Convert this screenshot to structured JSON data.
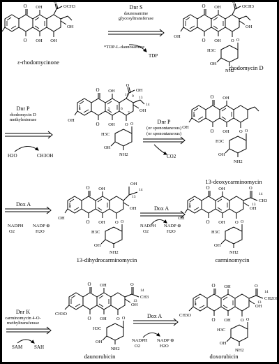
{
  "compounds": [
    {
      "id": "c1",
      "name": "ε-rhodomycinone"
    },
    {
      "id": "c2",
      "name": "rhodomycin D"
    },
    {
      "id": "c3",
      "name": ""
    },
    {
      "id": "c4",
      "name": "13-deoxycarminomycin"
    },
    {
      "id": "c5",
      "name": "13-dihydrocarminomycin"
    },
    {
      "id": "c6",
      "name": "carminomycin"
    },
    {
      "id": "c7",
      "name": "daunorubicin"
    },
    {
      "id": "c8",
      "name": "doxorubicin"
    }
  ],
  "steps": [
    {
      "id": "s1",
      "enzyme": "Dnr S",
      "description": [
        "daunosamine",
        "glycosyltransferase"
      ],
      "inputs": [
        "*TDP-L-daunosamine"
      ],
      "outputs": [
        "TDP"
      ]
    },
    {
      "id": "s2",
      "enzyme": "Dnr P",
      "description": [
        "rhodomycin D",
        "methylesterase"
      ],
      "inputs": [
        "H2O"
      ],
      "outputs": [
        "CH3OH"
      ]
    },
    {
      "id": "s3",
      "enzyme": "Dnr P",
      "description": [
        "(or sponontaneous)"
      ],
      "inputs": [],
      "outputs": [
        "CO2"
      ]
    },
    {
      "id": "s4",
      "enzyme": "Dox A",
      "description": [],
      "inputs": [
        "NADPH",
        "O2"
      ],
      "outputs": [
        "NADP ⊕",
        "H2O"
      ]
    },
    {
      "id": "s5",
      "enzyme": "Dox A",
      "description": [],
      "inputs": [
        "NADPH",
        "O2"
      ],
      "outputs": [
        "NADP ⊕",
        "H2O"
      ]
    },
    {
      "id": "s6",
      "enzyme": "Dnr K",
      "description": [
        "carminomycin 4-O-",
        "methyltransferase"
      ],
      "inputs": [
        "SAM"
      ],
      "outputs": [
        "SAH"
      ]
    },
    {
      "id": "s7",
      "enzyme": "Dox A",
      "description": [],
      "inputs": [
        "NADPH",
        "O2"
      ],
      "outputs": [
        "NADP ⊕",
        "H2O"
      ]
    }
  ],
  "labels": {
    "OH": "OH",
    "O": "O",
    "OCH3": "OCH3",
    "CH3": "CH3",
    "H3C": "H3C",
    "NH2": "NH2",
    "CH3O": "CH3O",
    "CH2OH": "CH2OH",
    "n4": "4",
    "n5": "5",
    "n6": "6",
    "n7": "7",
    "n9": "9",
    "n10": "10",
    "n13": "13",
    "n14": "14",
    "n15": "15"
  }
}
